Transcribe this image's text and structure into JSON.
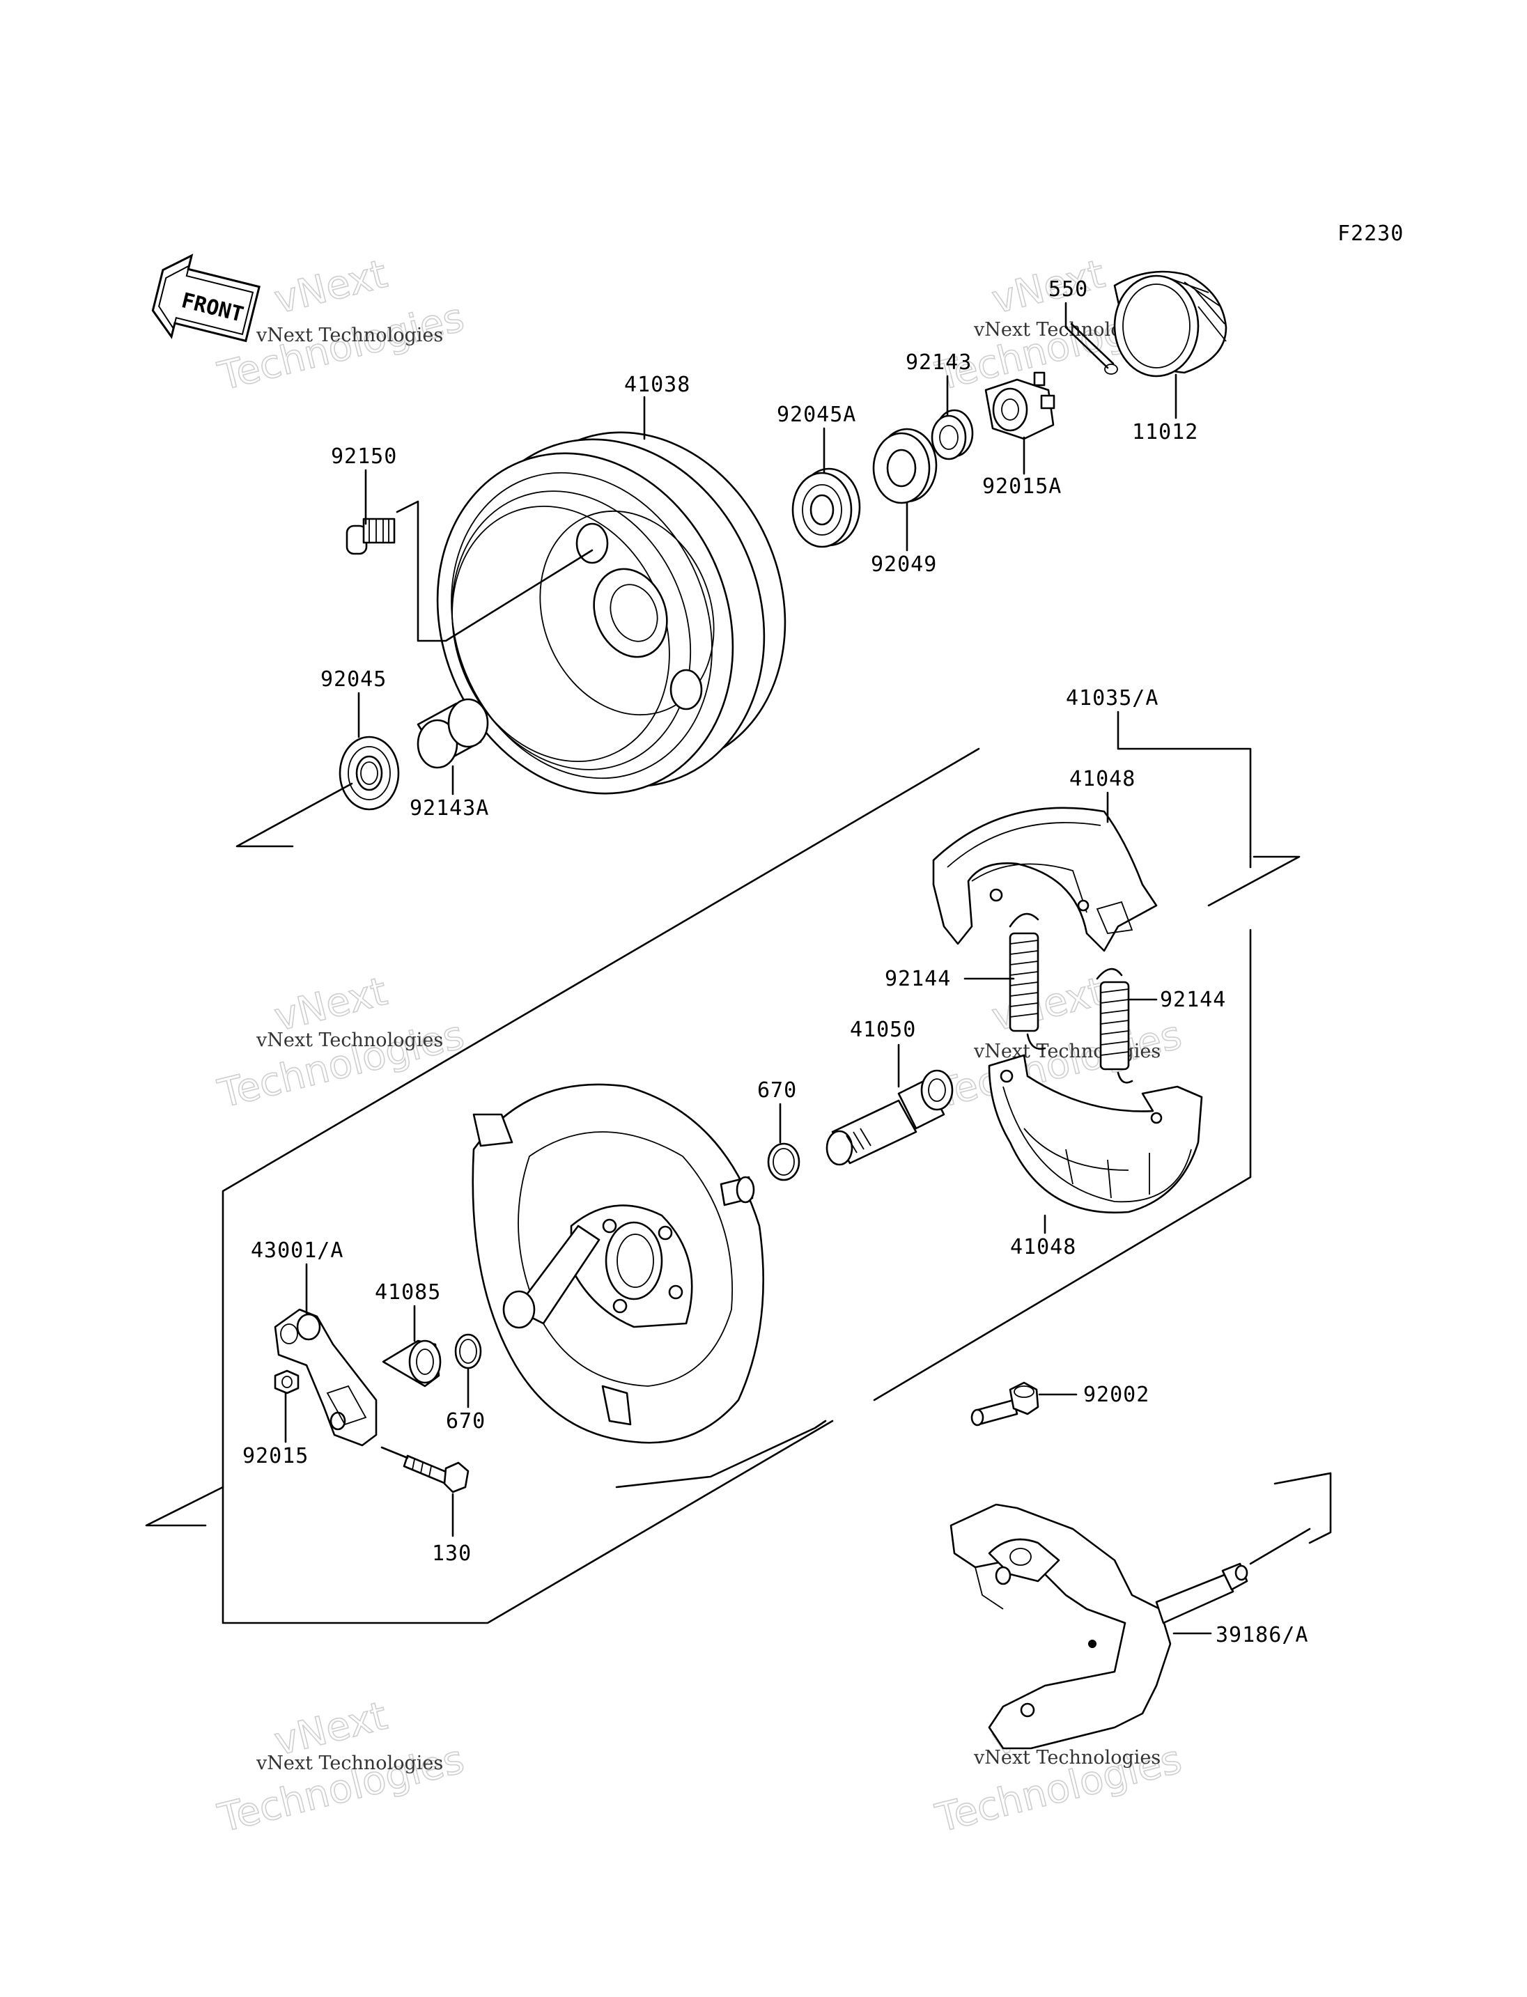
{
  "figure_code": "F2230",
  "front_arrow": {
    "label": "FRONT",
    "icon": "front-direction-arrow-icon"
  },
  "watermark": {
    "line1": "vNext Technologies",
    "line2": "vNext",
    "line3": "Technologies"
  },
  "parts": {
    "p41038": "41038",
    "p92150": "92150",
    "p92045": "92045",
    "p92143A": "92143A",
    "p92045A": "92045A",
    "p92049": "92049",
    "p92143": "92143",
    "p92015A": "92015A",
    "p550": "550",
    "p11012": "11012",
    "p41035A": "41035/A",
    "p41048_top": "41048",
    "p41048_bottom": "41048",
    "p92144_left": "92144",
    "p92144_right": "92144",
    "p41050": "41050",
    "p670_top": "670",
    "p670_bottom": "670",
    "p43001A": "43001/A",
    "p41085": "41085",
    "p92015": "92015",
    "p130": "130",
    "p92002": "92002",
    "p39186A": "39186/A"
  }
}
